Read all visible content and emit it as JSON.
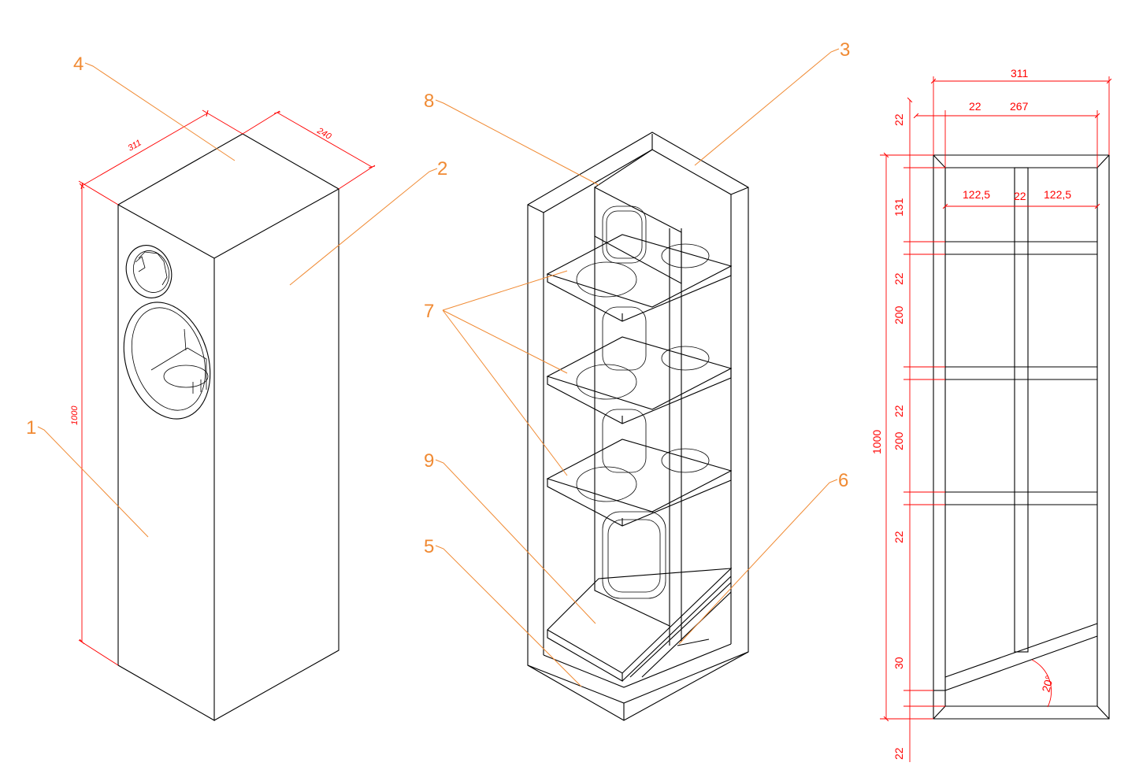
{
  "callouts": [
    "1",
    "2",
    "3",
    "4",
    "5",
    "6",
    "7",
    "8",
    "9"
  ],
  "left_view": {
    "width": "311",
    "depth": "240",
    "height": "1000"
  },
  "right_view": {
    "overall_width": "311",
    "wall": "22",
    "inner_width": "267",
    "half_left": "122,5",
    "divider": "22",
    "half_right": "122,5",
    "top_wall": "22",
    "top_section": "131",
    "shelf": "22",
    "section_mid_1": "200",
    "section_mid_2": "200",
    "shelf_low": "22",
    "foot_height": "30",
    "bottom_wall": "22",
    "overall_height": "1000",
    "angle": "20°"
  },
  "colors": {
    "lines": "#000000",
    "leaders": "#f08a33",
    "dimensions": "#ff0000"
  }
}
